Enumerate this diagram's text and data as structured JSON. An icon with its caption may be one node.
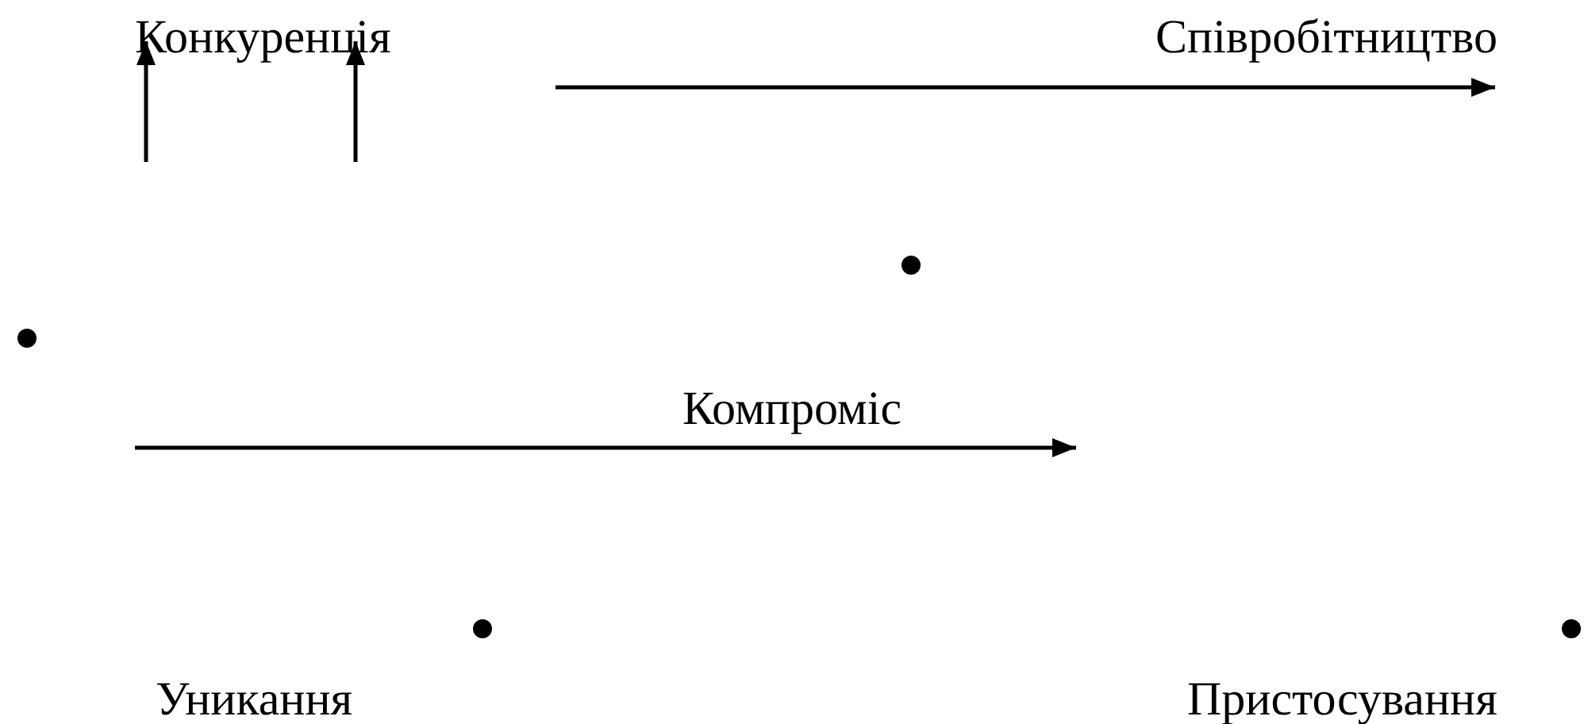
{
  "diagram": {
    "nodes": [
      {
        "text": [
          "Конкуренція"
        ]
      },
      {
        "text": [
          "Співробітництво"
        ]
      },
      {
        "text": [
          "Компроміс"
        ]
      },
      {
        "text": [
          "Уникання"
        ]
      },
      {
        "text": [
          "Пристосування"
        ]
      }
    ]
  }
}
